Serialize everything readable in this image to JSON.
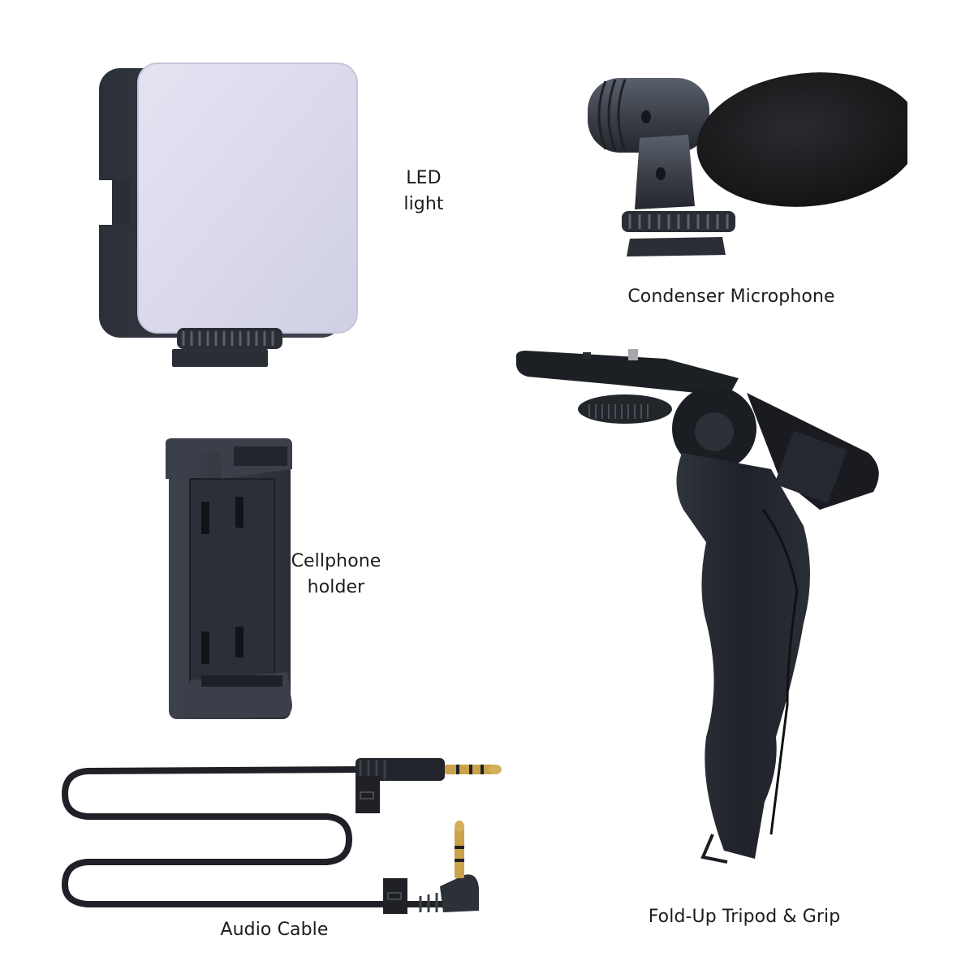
{
  "products": [
    {
      "id": "led-light",
      "label_lines": [
        "LED",
        "light"
      ]
    },
    {
      "id": "condenser-microphone",
      "label_lines": [
        "Condenser Microphone"
      ]
    },
    {
      "id": "cellphone-holder",
      "label_lines": [
        "Cellphone",
        "holder"
      ]
    },
    {
      "id": "fold-up-tripod",
      "label_lines": [
        "Fold-Up Tripod & Grip"
      ]
    },
    {
      "id": "audio-cable",
      "label_lines": [
        "Audio Cable"
      ]
    }
  ],
  "colors": {
    "background": "#ffffff",
    "label_text": "#1c1c1c",
    "plastic_dark": "#22252b",
    "plastic_mid": "#3a3f48",
    "led_diffuser": "#dcdcec",
    "foam": "#1b1b1d",
    "gold_plug": "#c9a24a"
  }
}
